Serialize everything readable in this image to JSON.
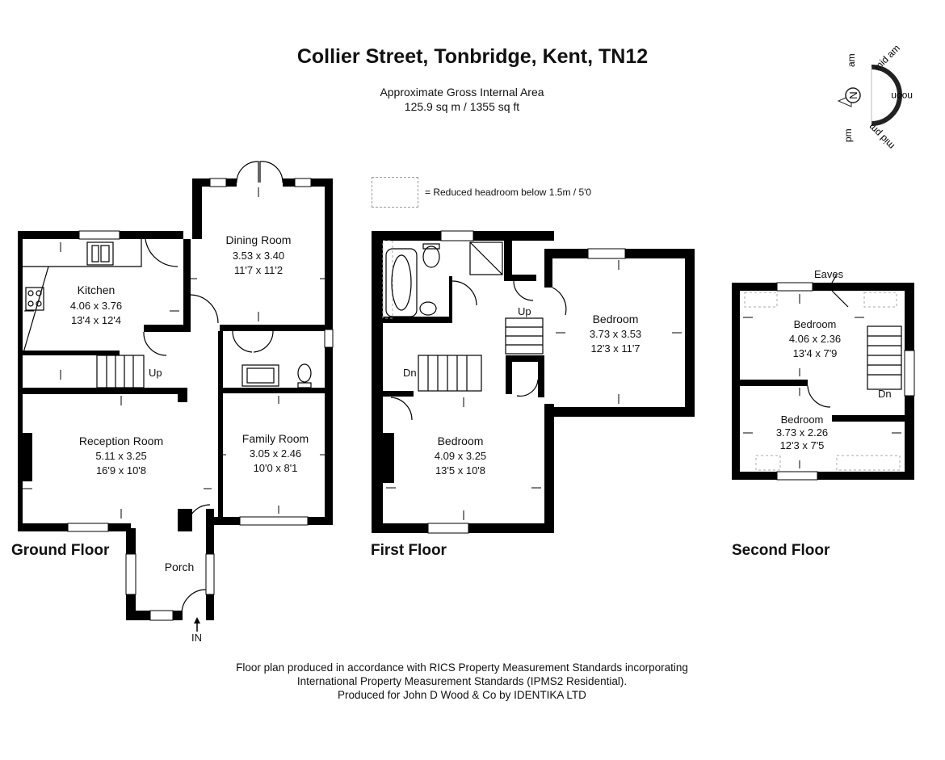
{
  "header": {
    "title": "Collier Street, Tonbridge, Kent, TN12",
    "area_label": "Approximate Gross Internal Area",
    "area_value": "125.9 sq m / 1355 sq ft"
  },
  "legend": {
    "text": "= Reduced headroom below 1.5m / 5'0"
  },
  "compass": {
    "north": "N",
    "am": "am",
    "mid_am": "mid am",
    "noon": "noon",
    "mid_pm": "mid pm",
    "pm": "pm"
  },
  "floors": {
    "ground": {
      "label": "Ground Floor",
      "rooms": {
        "kitchen": {
          "name": "Kitchen",
          "metric": "4.06 x 3.76",
          "imperial": "13'4 x 12'4"
        },
        "dining": {
          "name": "Dining Room",
          "metric": "3.53 x 3.40",
          "imperial": "11'7 x 11'2"
        },
        "reception": {
          "name": "Reception Room",
          "metric": "5.11 x 3.25",
          "imperial": "16'9 x 10'8"
        },
        "family": {
          "name": "Family Room",
          "metric": "3.05 x 2.46",
          "imperial": "10'0 x 8'1"
        },
        "porch": {
          "name": "Porch"
        }
      },
      "stairs_label": "Up",
      "entry_label": "IN"
    },
    "first": {
      "label": "First Floor",
      "rooms": {
        "bedroom_front": {
          "name": "Bedroom",
          "metric": "4.09 x 3.25",
          "imperial": "13'5 x 10'8"
        },
        "bedroom_rear": {
          "name": "Bedroom",
          "metric": "3.73 x 3.53",
          "imperial": "12'3 x 11'7"
        }
      },
      "up_label": "Up",
      "down_label": "Dn"
    },
    "second": {
      "label": "Second Floor",
      "rooms": {
        "bedroom_upper": {
          "name": "Bedroom",
          "metric": "4.06 x 2.36",
          "imperial": "13'4 x 7'9"
        },
        "bedroom_lower": {
          "name": "Bedroom",
          "metric": "3.73 x 2.26",
          "imperial": "12'3 x 7'5"
        }
      },
      "eaves_label": "Eaves",
      "down_label": "Dn"
    }
  },
  "footer": {
    "line1": "Floor plan produced in accordance with RICS Property Measurement Standards incorporating",
    "line2": "International Property Measurement Standards (IPMS2 Residential).",
    "line3": "Produced for John D Wood & Co by IDENTIKA LTD"
  }
}
